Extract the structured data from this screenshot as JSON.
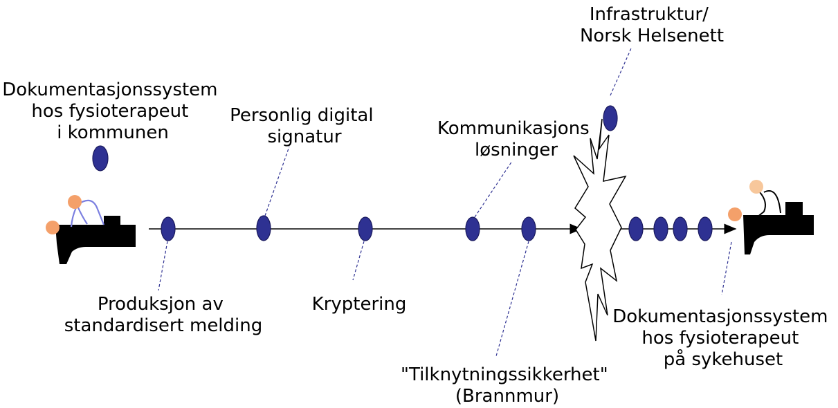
{
  "colors": {
    "node": "#2e3192",
    "line": "#000000",
    "head_a": "#f4a06a",
    "head_b": "#f7c79b",
    "arm": "#7b7fe0"
  },
  "icons": {
    "sender": "therapist-at-computer-icon",
    "receiver": "therapist-at-computer-icon",
    "firewall": "firewall-burst-icon"
  },
  "labels": {
    "sender_system": [
      "Dokumentasjonssystem",
      "hos fysioterapeut",
      "i kommunen"
    ],
    "signature": [
      "Personlig digital",
      "signatur"
    ],
    "communication": [
      "Kommunikasjons",
      "løsninger"
    ],
    "infrastructure": [
      "Infrastruktur/",
      "Norsk Helsenett"
    ],
    "production": [
      "Produksjon av",
      "standardisert melding"
    ],
    "encryption": [
      "Kryptering"
    ],
    "connection_security": [
      "\"Tilknytningssikkerhet\"",
      "(Brannmur)"
    ],
    "receiver_system": [
      "Dokumentasjonssystem",
      "hos fysioterapeut",
      "på sykehuset"
    ]
  }
}
